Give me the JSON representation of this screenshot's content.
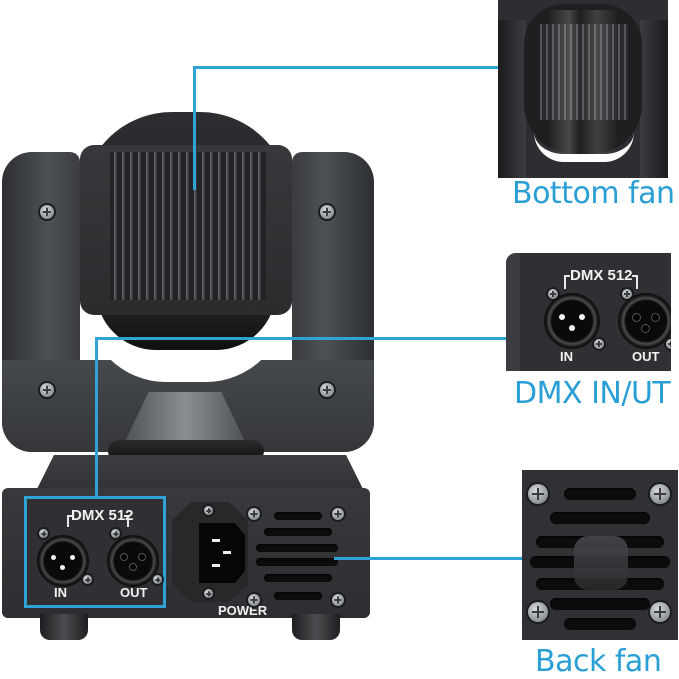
{
  "image": {
    "description": "Product photo of a moving head stage light with callouts",
    "background": "#ffffff",
    "accent_color": "#2fa3d6",
    "label_color": "#2a9fd6",
    "body_color": "#3a3c40"
  },
  "callouts": [
    {
      "id": "bottom-fan",
      "label": "Bottom fan"
    },
    {
      "id": "dmx",
      "label": "DMX IN/UT"
    },
    {
      "id": "back-fan",
      "label": "Back fan"
    }
  ],
  "device": {
    "dmx_panel": {
      "title": "DMX 512",
      "in_label": "IN",
      "out_label": "OUT"
    },
    "power_label": "POWER"
  },
  "insets": {
    "dmx": {
      "title": "DMX 512",
      "in_label": "IN",
      "out_label": "OUT"
    }
  }
}
